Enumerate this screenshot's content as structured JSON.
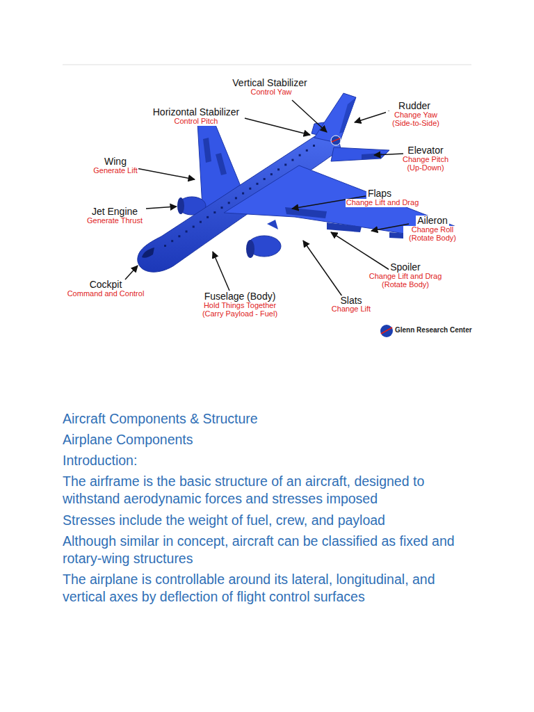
{
  "diagram": {
    "labels": [
      "Vertical Stabilizer",
      "Control Yaw",
      "Rudder",
      "Change Yaw (Side-to-Side)",
      "Horizontal Stabilizer",
      "Control Pitch",
      "Wing",
      "Generate Lift",
      "Elevator",
      "Change Pitch (Up-Down)",
      "Flaps",
      "Change Lift and Drag",
      "Jet Engine",
      "Generate Thrust",
      "Aileron",
      "Change Roll (Rotate Body)",
      "Spoiler",
      "Change Lift and Drag (Rotate Body)",
      "Cockpit",
      "Command and Control",
      "Fuselage (Body)",
      "Hold Things Together (Carry Payload - Fuel)",
      "Slats",
      "Change Lift",
      "Glenn Research Center",
      "Aircraft Components & Structure",
      "Airplane Components",
      "Introduction:",
      "The airframe is the basic structure of an aircraft, designed to withstand aerodynamic forces and stresses imposed",
      "Stresses include the weight of fuel, crew, and payload",
      "Although similar in concept, aircraft can be classified as fixed and rotary-wing structures",
      "The airplane is controllable around its lateral, longitudinal, and vertical axes by deflection of flight control surfaces"
    ]
  }
}
